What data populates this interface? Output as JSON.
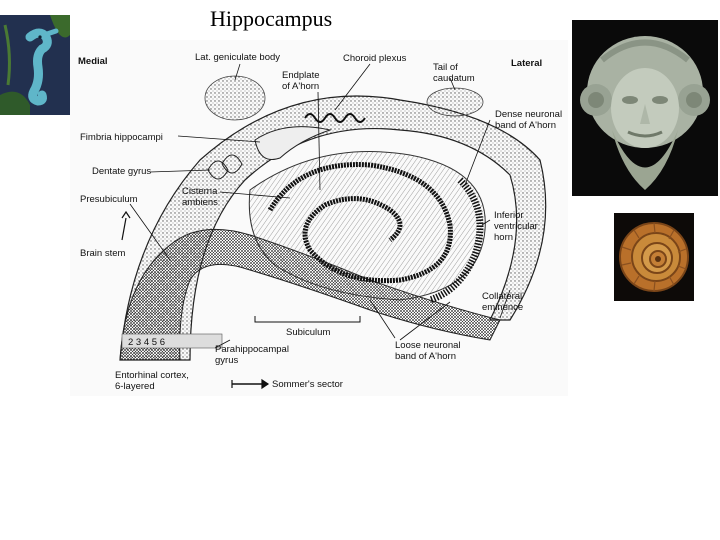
{
  "title": "Hippocampus",
  "diagram": {
    "medial": "Medial",
    "lateral": "Lateral",
    "lat_geniculate": "Lat. geniculate body",
    "choroid_plexus": "Choroid plexus",
    "tail_caudatum_1": "Tail of",
    "tail_caudatum_2": "caudatum",
    "endplate_1": "Endplate",
    "endplate_2": "of A'horn",
    "dense_band_1": "Dense neuronal",
    "dense_band_2": "band of A'horn",
    "fimbria": "Fimbria hippocampi",
    "dentate": "Dentate gyrus",
    "cisterna_1": "Cisterna",
    "cisterna_2": "ambiens",
    "presubiculum": "Presubiculum",
    "inferior_horn_1": "Inferior",
    "inferior_horn_2": "ventricular",
    "inferior_horn_3": "horn",
    "brain_stem": "Brain stem",
    "collateral_1": "Collateral",
    "collateral_2": "eminence",
    "subiculum": "Subiculum",
    "layers": "2 3 4 5 6",
    "parahippocampal_1": "Parahippocampal",
    "parahippocampal_2": "gyrus",
    "loose_band_1": "Loose neuronal",
    "loose_band_2": "band of A'horn",
    "entorhinal_1": "Entorhinal cortex,",
    "entorhinal_2": "6-layered",
    "sommer": "Sommer's sector"
  }
}
